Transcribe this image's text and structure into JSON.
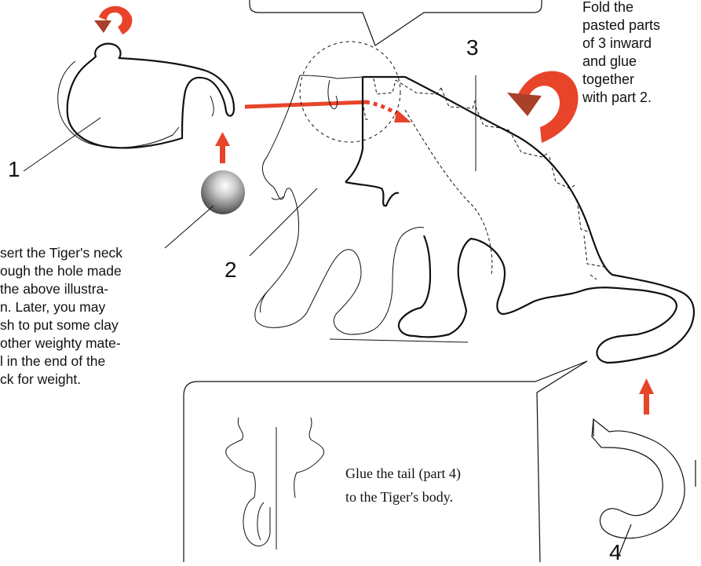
{
  "part_labels": {
    "p1": "1",
    "p2": "2",
    "p3": "3",
    "p4": "4"
  },
  "fold_note": {
    "lines": [
      "Fold the",
      "pasted parts",
      "of 3 inward",
      "and glue",
      "together",
      "with part 2."
    ]
  },
  "neck_note": {
    "lines": [
      "sert the Tiger's neck",
      "ough the hole made",
      "the above illustra-",
      "n. Later, you may",
      "sh to put some clay",
      "other weighty mate-",
      "l in the end of the",
      "ck for weight."
    ]
  },
  "tail_note": {
    "lines": [
      "Glue the tail (part 4)",
      "to the Tiger's body."
    ]
  },
  "colors": {
    "arrow_red": "#e8442a",
    "arrow_dark": "#a8402a",
    "line": "#111111",
    "ball_light": "#ffffff",
    "ball_dark": "#555555"
  }
}
